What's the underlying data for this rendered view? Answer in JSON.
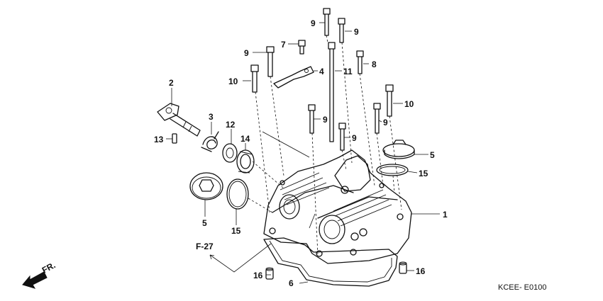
{
  "callouts": {
    "c1": "1",
    "c2": "2",
    "c3": "3",
    "c4": "4",
    "c5a": "5",
    "c5b": "5",
    "c6": "6",
    "c7": "7",
    "c8": "8",
    "c9a": "9",
    "c9b": "9",
    "c9c": "9",
    "c9d": "9",
    "c9e": "9",
    "c9f": "9",
    "c10a": "10",
    "c10b": "10",
    "c11": "11",
    "c12": "12",
    "c13": "13",
    "c14": "14",
    "c15a": "15",
    "c15b": "15",
    "c16a": "16",
    "c16b": "16"
  },
  "reference": {
    "figure": "F-27",
    "direction": "FR."
  },
  "diagram_code": "KCEE- E0100"
}
